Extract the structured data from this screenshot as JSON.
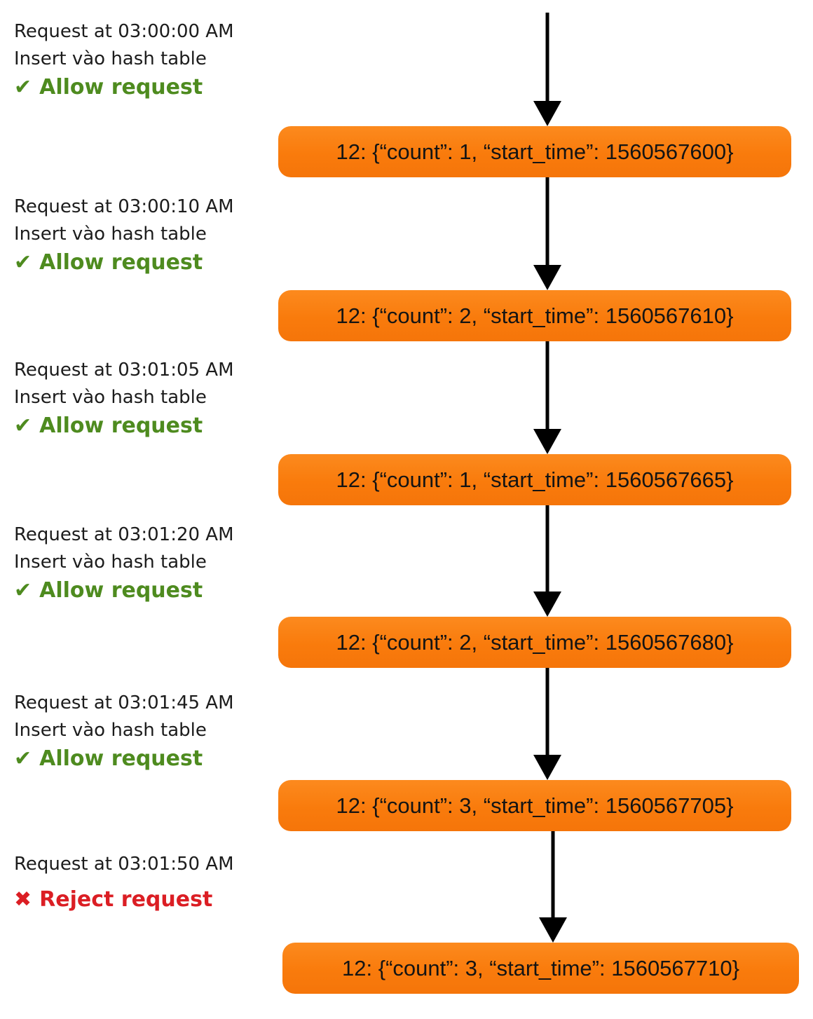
{
  "icons": {
    "check": "✔",
    "cross": "✖"
  },
  "colors": {
    "allow_green": "#4e8b1f",
    "reject_red": "#db1e24",
    "node_orange": "#f97b0c",
    "arrow_black": "#000000"
  },
  "steps": [
    {
      "request": "Request at 03:00:00 AM",
      "insert": "Insert vào hash table",
      "decision": "Allow request",
      "outcome": "allow",
      "hash_entry": "12: {“count”: 1, “start_time”: 1560567600}"
    },
    {
      "request": "Request at 03:00:10 AM",
      "insert": "Insert vào hash table",
      "decision": "Allow request",
      "outcome": "allow",
      "hash_entry": "12: {“count”: 2, “start_time”: 1560567610}"
    },
    {
      "request": "Request at 03:01:05 AM",
      "insert": "Insert vào hash table",
      "decision": "Allow request",
      "outcome": "allow",
      "hash_entry": "12: {“count”: 1, “start_time”: 1560567665}"
    },
    {
      "request": "Request at 03:01:20 AM",
      "insert": "Insert vào hash table",
      "decision": "Allow request",
      "outcome": "allow",
      "hash_entry": "12: {“count”: 2, “start_time”: 1560567680}"
    },
    {
      "request": "Request at 03:01:45 AM",
      "insert": "Insert vào hash table",
      "decision": "Allow request",
      "outcome": "allow",
      "hash_entry": "12: {“count”: 3, “start_time”: 1560567705}"
    },
    {
      "request": "Request at 03:01:50 AM",
      "insert": null,
      "decision": "Reject request",
      "outcome": "reject",
      "hash_entry": "12: {“count”: 3, “start_time”: 1560567710}"
    }
  ]
}
